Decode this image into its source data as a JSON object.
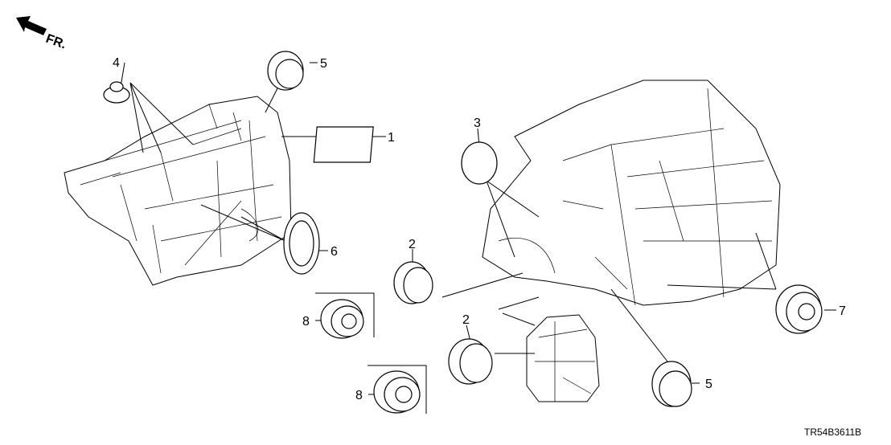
{
  "diagram": {
    "direction_label": "FR.",
    "diagram_code": "TR54B3611B",
    "callouts": [
      {
        "number": "1",
        "part": "rectangular-seal"
      },
      {
        "number": "2",
        "part": "grommet"
      },
      {
        "number": "2",
        "part": "grommet"
      },
      {
        "number": "3",
        "part": "round-seal"
      },
      {
        "number": "4",
        "part": "clip-grommet"
      },
      {
        "number": "5",
        "part": "grommet"
      },
      {
        "number": "5",
        "part": "grommet"
      },
      {
        "number": "6",
        "part": "oval-grommet"
      },
      {
        "number": "7",
        "part": "grommet"
      },
      {
        "number": "8",
        "part": "grommet"
      },
      {
        "number": "8",
        "part": "grommet"
      }
    ]
  }
}
